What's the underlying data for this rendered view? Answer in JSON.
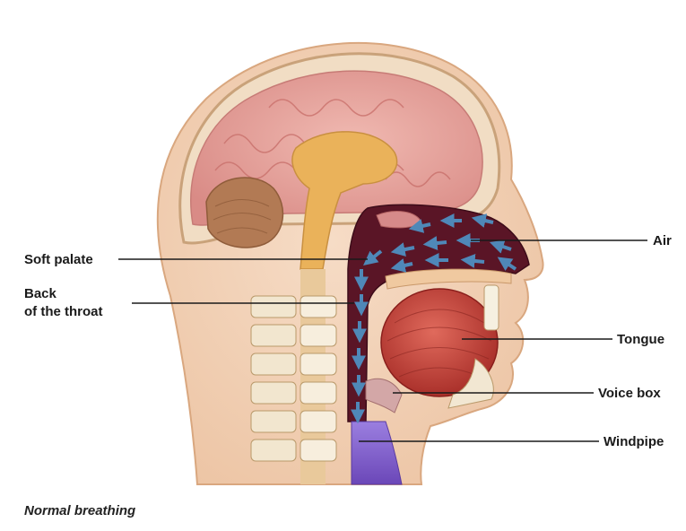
{
  "labels": {
    "soft_palate": "Soft palate",
    "back_throat_line1": "Back",
    "back_throat_line2": "of the throat",
    "air": "Air",
    "tongue": "Tongue",
    "voice_box": "Voice box",
    "windpipe": "Windpipe"
  },
  "caption": "Normal breathing",
  "colors": {
    "skin": "#f3d3b8",
    "brain": "#e8a9a3",
    "airway": "#5a1526",
    "tongue": "#c9453c",
    "windpipe": "#7e5dc4",
    "arrow": "#4f88b8",
    "leader": "#1a1a1a"
  }
}
